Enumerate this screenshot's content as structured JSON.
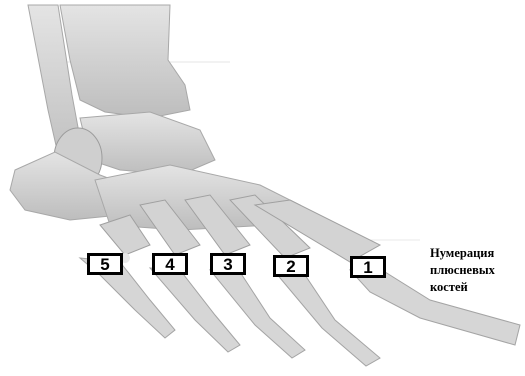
{
  "figure": {
    "labels": [
      "5",
      "4",
      "3",
      "2",
      "1"
    ],
    "caption_lines": [
      "Нумерация",
      "плюсневых",
      "костей"
    ]
  },
  "colors": {
    "bone": "#d6d6d6",
    "bone_shadow": "#a8a8a8",
    "label_border": "#000000",
    "label_fill": "#ffffff"
  }
}
